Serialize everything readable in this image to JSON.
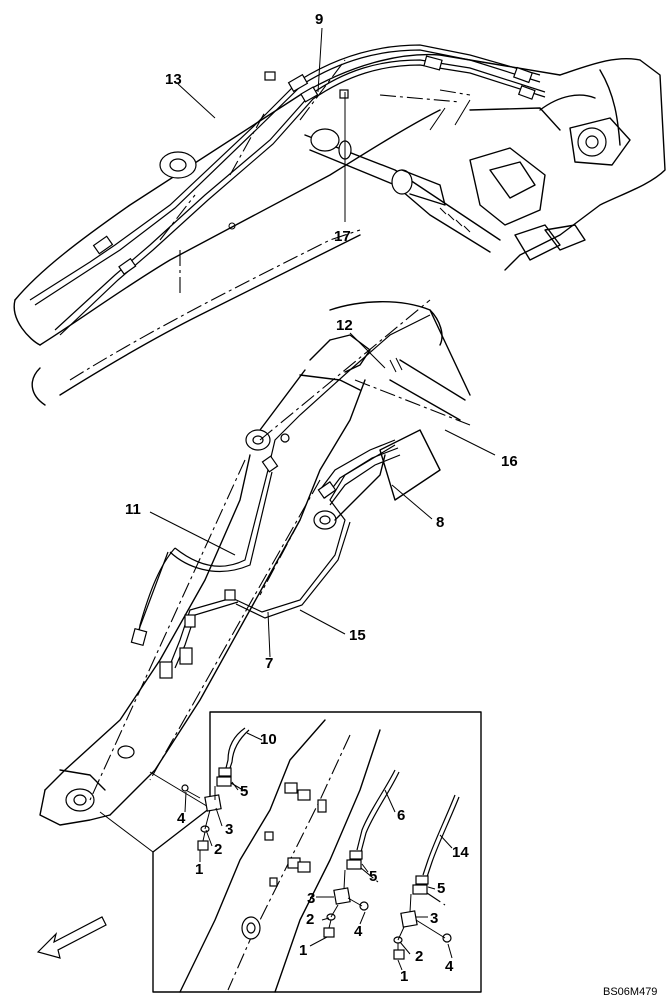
{
  "callouts": {
    "c1a": "1",
    "c1b": "1",
    "c1c": "1",
    "c2a": "2",
    "c2b": "2",
    "c2c": "2",
    "c3a": "3",
    "c3b": "3",
    "c3c": "3",
    "c4a": "4",
    "c4b": "4",
    "c4c": "4",
    "c5a": "5",
    "c5b": "5",
    "c5c": "5",
    "c6": "6",
    "c7": "7",
    "c8": "8",
    "c9": "9",
    "c10": "10",
    "c11": "11",
    "c12": "12",
    "c13": "13",
    "c14": "14",
    "c15": "15",
    "c16": "16",
    "c17": "17"
  },
  "drawing_code": "BS06M479",
  "icons": {
    "direction_arrow": "front-direction-arrow-icon"
  }
}
